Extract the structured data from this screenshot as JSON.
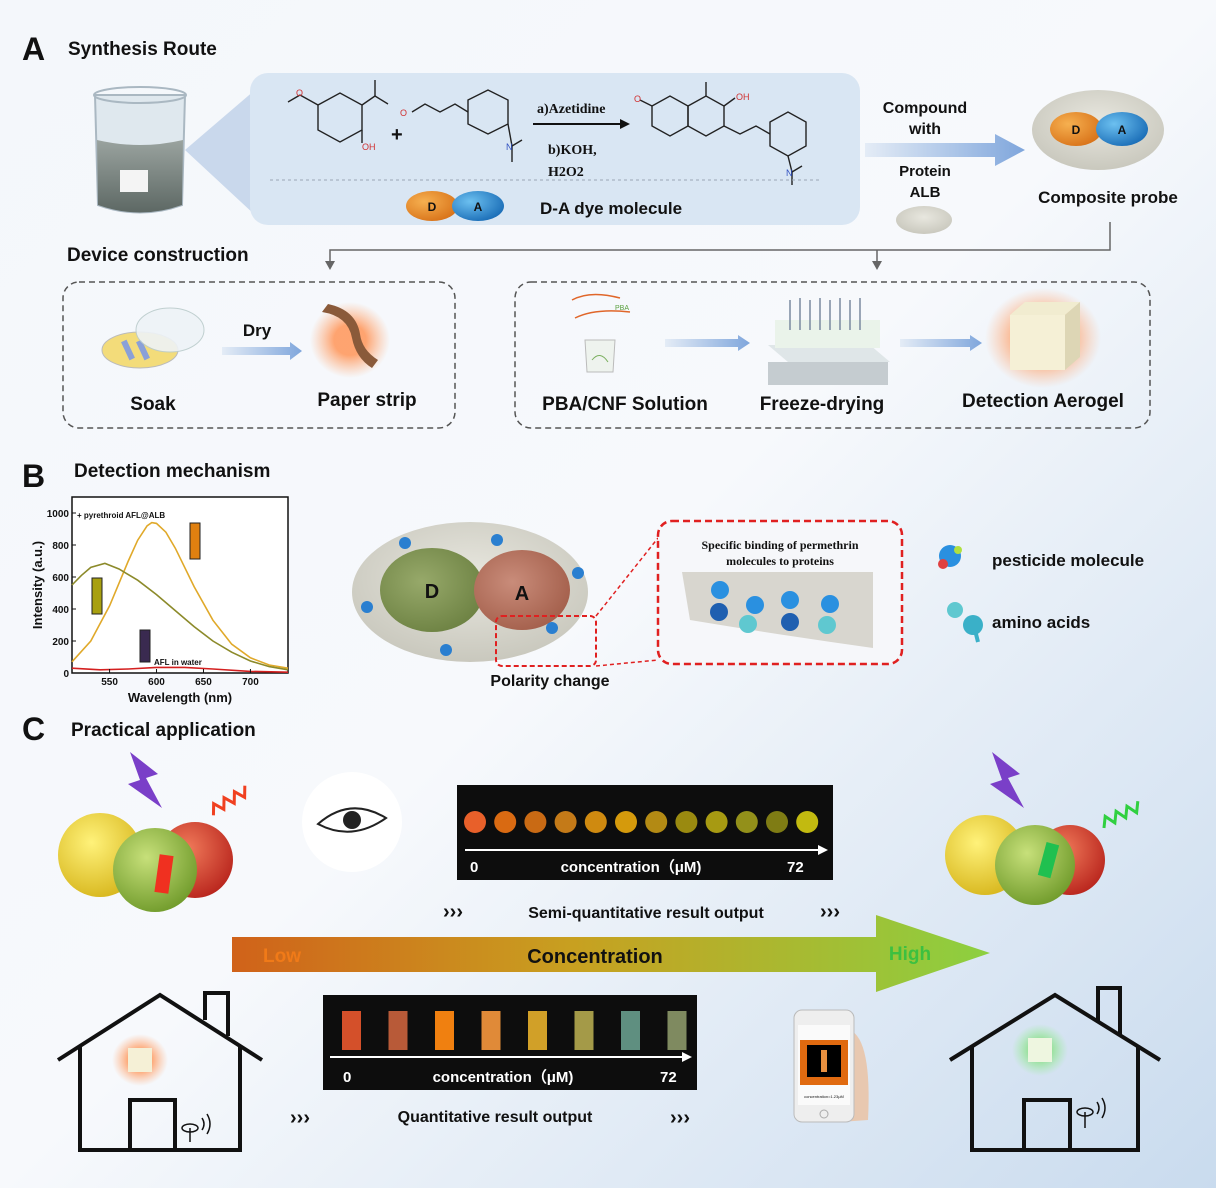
{
  "panel_a": {
    "letter": "A",
    "title": "Synthesis Route",
    "reagent_a": "a)Azetidine",
    "reagent_b": "b)KOH,",
    "reagent_c": "H2O2",
    "plus": "+",
    "atom_labels": {
      "oh": "OH",
      "o": "O",
      "n": "N"
    },
    "donor": "D",
    "acceptor": "A",
    "dye_label": "D-A dye molecule",
    "compound_line1": "Compound",
    "compound_line2": "with",
    "protein_line1": "Protein",
    "protein_line2": "ALB",
    "composite_label": "Composite probe",
    "device_label": "Device construction",
    "dry_label": "Dry",
    "soak_label": "Soak",
    "paper_label": "Paper strip",
    "pba_tag": "PBA",
    "solution_label": "PBA/CNF Solution",
    "freeze_label": "Freeze-drying",
    "aerogel_label": "Detection Aerogel"
  },
  "panel_b": {
    "letter": "B",
    "title": "Detection mechanism",
    "donor": "D",
    "acceptor": "A",
    "polarity_label": "Polarity change",
    "binding_line1": "Specific binding of permethrin",
    "binding_line2": "molecules to proteins",
    "legend_pesticide": "pesticide molecule",
    "legend_amino": "amino acids"
  },
  "chart_data": {
    "type": "line",
    "xlabel": "Wavelength (nm)",
    "ylabel": "Intensity (a.u.)",
    "xlim": [
      510,
      740
    ],
    "ylim": [
      0,
      1100
    ],
    "xticks": [
      550,
      600,
      650,
      700
    ],
    "yticks": [
      0,
      200,
      400,
      600,
      800,
      1000
    ],
    "grid": false,
    "annotations": [
      "+ pyrethroid AFL@ALB",
      "AFL in water"
    ],
    "series": [
      {
        "color": "#e0a92a",
        "x": [
          510,
          530,
          550,
          570,
          580,
          590,
          595,
          600,
          610,
          620,
          640,
          660,
          680,
          700,
          720,
          740
        ],
        "y": [
          70,
          200,
          420,
          700,
          830,
          920,
          940,
          935,
          880,
          780,
          540,
          330,
          180,
          95,
          50,
          30
        ]
      },
      {
        "color": "#8c8a2a",
        "x": [
          510,
          520,
          530,
          545,
          560,
          580,
          600,
          620,
          640,
          660,
          680,
          700,
          720,
          740
        ],
        "y": [
          550,
          610,
          660,
          685,
          650,
          580,
          490,
          390,
          290,
          200,
          130,
          75,
          40,
          20
        ]
      },
      {
        "color": "#d42020",
        "x": [
          510,
          540,
          570,
          600,
          630,
          660,
          700,
          740
        ],
        "y": [
          30,
          20,
          25,
          35,
          35,
          25,
          10,
          5
        ]
      }
    ]
  },
  "panel_c": {
    "letter": "C",
    "title": "Practical application",
    "strip_semi": {
      "colors": [
        "#e8602a",
        "#d96a12",
        "#c96a14",
        "#c47a18",
        "#cf8a10",
        "#d59a0c",
        "#b38a14",
        "#9a8a10",
        "#a79a12",
        "#93901a",
        "#7f7c14",
        "#c2ba10"
      ],
      "min": "0",
      "max": "72",
      "label": "concentration（μM)"
    },
    "semi_label": "Semi-quantitative result output",
    "chevrons": "›››",
    "low_label": "Low",
    "concentration_label": "Concentration",
    "high_label": "High",
    "strip_quant": {
      "colors": [
        "#d4502a",
        "#b85a38",
        "#f08010",
        "#e08a38",
        "#d1a028",
        "#a49a48",
        "#5f8f80",
        "#7f8a60"
      ],
      "min": "0",
      "max": "72",
      "label": "concentration（μM)"
    },
    "quant_label": "Quantitative result output",
    "phone_readout": "concentration=1.23μM"
  },
  "colors": {
    "donor": "#e88a1e",
    "acceptor": "#2f8fd8",
    "low": "#e8781a",
    "high": "#3cc040",
    "dashed_red": "#e02020"
  }
}
